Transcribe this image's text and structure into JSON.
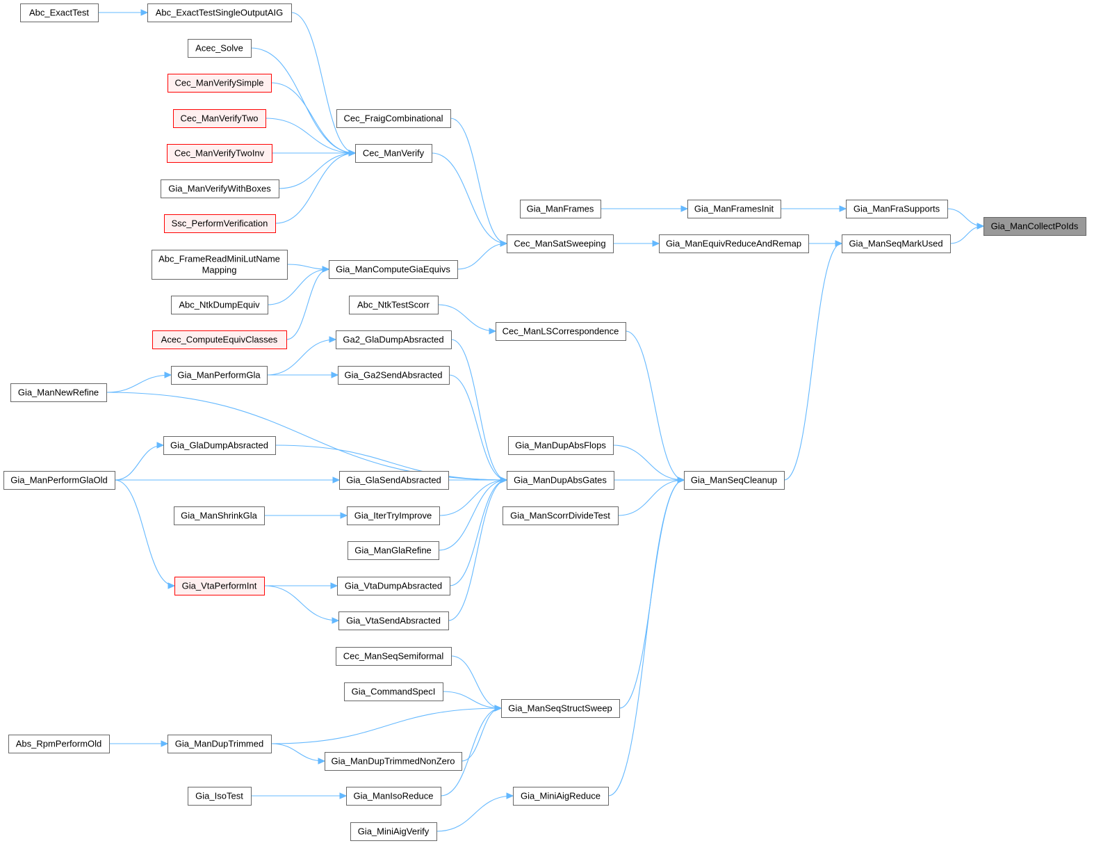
{
  "graph": {
    "colors": {
      "edge": "#63b8ff",
      "node_border": "#666666",
      "node_fill": "#ffffff",
      "partial_border": "#ff0000",
      "partial_fill": "#fff0f0",
      "root_fill": "#999999"
    },
    "nodes": [
      {
        "id": "Abc_ExactTest",
        "lines": [
          "Abc_ExactTest"
        ]
      },
      {
        "id": "Abc_ExactTestSingleOutputAIG",
        "lines": [
          "Abc_ExactTestSingleOutputAIG"
        ]
      },
      {
        "id": "Acec_Solve",
        "lines": [
          "Acec_Solve"
        ]
      },
      {
        "id": "Cec_ManVerifySimple",
        "lines": [
          "Cec_ManVerifySimple"
        ],
        "style": "partial"
      },
      {
        "id": "Cec_ManVerifyTwo",
        "lines": [
          "Cec_ManVerifyTwo"
        ],
        "style": "partial"
      },
      {
        "id": "Cec_ManVerifyTwoInv",
        "lines": [
          "Cec_ManVerifyTwoInv"
        ],
        "style": "partial"
      },
      {
        "id": "Gia_ManVerifyWithBoxes",
        "lines": [
          "Gia_ManVerifyWithBoxes"
        ]
      },
      {
        "id": "Ssc_PerformVerification",
        "lines": [
          "Ssc_PerformVerification"
        ],
        "style": "partial"
      },
      {
        "id": "Cec_FraigCombinational",
        "lines": [
          "Cec_FraigCombinational"
        ]
      },
      {
        "id": "Cec_ManVerify",
        "lines": [
          "Cec_ManVerify"
        ]
      },
      {
        "id": "Gia_ManFrames",
        "lines": [
          "Gia_ManFrames"
        ]
      },
      {
        "id": "Gia_ManFramesInit",
        "lines": [
          "Gia_ManFramesInit"
        ]
      },
      {
        "id": "Gia_ManFraSupports",
        "lines": [
          "Gia_ManFraSupports"
        ]
      },
      {
        "id": "Gia_ManCollectPoIds",
        "lines": [
          "Gia_ManCollectPoIds"
        ],
        "style": "root"
      },
      {
        "id": "Cec_ManSatSweeping",
        "lines": [
          "Cec_ManSatSweeping"
        ]
      },
      {
        "id": "Gia_ManEquivReduceAndRemap",
        "lines": [
          "Gia_ManEquivReduceAndRemap"
        ]
      },
      {
        "id": "Gia_ManSeqMarkUsed",
        "lines": [
          "Gia_ManSeqMarkUsed"
        ]
      },
      {
        "id": "Abc_FrameReadMiniLutNameMapping",
        "lines": [
          "Abc_FrameReadMiniLutName",
          "Mapping"
        ]
      },
      {
        "id": "Gia_ManComputeGiaEquivs",
        "lines": [
          "Gia_ManComputeGiaEquivs"
        ]
      },
      {
        "id": "Abc_NtkDumpEquiv",
        "lines": [
          "Abc_NtkDumpEquiv"
        ]
      },
      {
        "id": "Abc_NtkTestScorr",
        "lines": [
          "Abc_NtkTestScorr"
        ]
      },
      {
        "id": "Acec_ComputeEquivClasses",
        "lines": [
          "Acec_ComputeEquivClasses"
        ],
        "style": "partial"
      },
      {
        "id": "Cec_ManLSCorrespondence",
        "lines": [
          "Cec_ManLSCorrespondence"
        ]
      },
      {
        "id": "Ga2_GlaDumpAbsracted",
        "lines": [
          "Ga2_GlaDumpAbsracted"
        ]
      },
      {
        "id": "Gia_ManPerformGla",
        "lines": [
          "Gia_ManPerformGla"
        ]
      },
      {
        "id": "Gia_Ga2SendAbsracted",
        "lines": [
          "Gia_Ga2SendAbsracted"
        ]
      },
      {
        "id": "Gia_ManNewRefine",
        "lines": [
          "Gia_ManNewRefine"
        ]
      },
      {
        "id": "Gia_GlaDumpAbsracted",
        "lines": [
          "Gia_GlaDumpAbsracted"
        ]
      },
      {
        "id": "Gia_ManDupAbsFlops",
        "lines": [
          "Gia_ManDupAbsFlops"
        ]
      },
      {
        "id": "Gia_ManPerformGlaOld",
        "lines": [
          "Gia_ManPerformGlaOld"
        ]
      },
      {
        "id": "Gia_GlaSendAbsracted",
        "lines": [
          "Gia_GlaSendAbsracted"
        ]
      },
      {
        "id": "Gia_ManDupAbsGates",
        "lines": [
          "Gia_ManDupAbsGates"
        ]
      },
      {
        "id": "Gia_ManSeqCleanup",
        "lines": [
          "Gia_ManSeqCleanup"
        ]
      },
      {
        "id": "Gia_ManShrinkGla",
        "lines": [
          "Gia_ManShrinkGla"
        ]
      },
      {
        "id": "Gia_IterTryImprove",
        "lines": [
          "Gia_IterTryImprove"
        ]
      },
      {
        "id": "Gia_ManScorrDivideTest",
        "lines": [
          "Gia_ManScorrDivideTest"
        ]
      },
      {
        "id": "Gia_ManGlaRefine",
        "lines": [
          "Gia_ManGlaRefine"
        ]
      },
      {
        "id": "Gia_VtaPerformInt",
        "lines": [
          "Gia_VtaPerformInt"
        ],
        "style": "partial"
      },
      {
        "id": "Gia_VtaDumpAbsracted",
        "lines": [
          "Gia_VtaDumpAbsracted"
        ]
      },
      {
        "id": "Gia_VtaSendAbsracted",
        "lines": [
          "Gia_VtaSendAbsracted"
        ]
      },
      {
        "id": "Cec_ManSeqSemiformal",
        "lines": [
          "Cec_ManSeqSemiformal"
        ]
      },
      {
        "id": "Gia_CommandSpecI",
        "lines": [
          "Gia_CommandSpecI"
        ]
      },
      {
        "id": "Gia_ManSeqStructSweep",
        "lines": [
          "Gia_ManSeqStructSweep"
        ]
      },
      {
        "id": "Abs_RpmPerformOld",
        "lines": [
          "Abs_RpmPerformOld"
        ]
      },
      {
        "id": "Gia_ManDupTrimmed",
        "lines": [
          "Gia_ManDupTrimmed"
        ]
      },
      {
        "id": "Gia_ManDupTrimmedNonZero",
        "lines": [
          "Gia_ManDupTrimmedNonZero"
        ]
      },
      {
        "id": "Gia_IsoTest",
        "lines": [
          "Gia_IsoTest"
        ]
      },
      {
        "id": "Gia_ManIsoReduce",
        "lines": [
          "Gia_ManIsoReduce"
        ]
      },
      {
        "id": "Gia_MiniAigReduce",
        "lines": [
          "Gia_MiniAigReduce"
        ]
      },
      {
        "id": "Gia_MiniAigVerify",
        "lines": [
          "Gia_MiniAigVerify"
        ]
      }
    ],
    "edges": [
      [
        "Abc_ExactTest",
        "Abc_ExactTestSingleOutputAIG"
      ],
      [
        "Abc_ExactTestSingleOutputAIG",
        "Cec_ManVerify"
      ],
      [
        "Acec_Solve",
        "Cec_ManVerify"
      ],
      [
        "Cec_ManVerifySimple",
        "Cec_ManVerify"
      ],
      [
        "Cec_ManVerifyTwo",
        "Cec_ManVerify"
      ],
      [
        "Cec_ManVerifyTwoInv",
        "Cec_ManVerify"
      ],
      [
        "Gia_ManVerifyWithBoxes",
        "Cec_ManVerify"
      ],
      [
        "Ssc_PerformVerification",
        "Cec_ManVerify"
      ],
      [
        "Cec_ManVerify",
        "Cec_ManSatSweeping"
      ],
      [
        "Cec_FraigCombinational",
        "Cec_ManSatSweeping"
      ],
      [
        "Gia_ManComputeGiaEquivs",
        "Cec_ManSatSweeping"
      ],
      [
        "Abc_FrameReadMiniLutNameMapping",
        "Gia_ManComputeGiaEquivs"
      ],
      [
        "Abc_NtkDumpEquiv",
        "Gia_ManComputeGiaEquivs"
      ],
      [
        "Acec_ComputeEquivClasses",
        "Gia_ManComputeGiaEquivs"
      ],
      [
        "Cec_ManSatSweeping",
        "Gia_ManEquivReduceAndRemap"
      ],
      [
        "Gia_ManEquivReduceAndRemap",
        "Gia_ManSeqMarkUsed"
      ],
      [
        "Gia_ManFrames",
        "Gia_ManFramesInit"
      ],
      [
        "Gia_ManFramesInit",
        "Gia_ManFraSupports"
      ],
      [
        "Gia_ManFraSupports",
        "Gia_ManCollectPoIds"
      ],
      [
        "Gia_ManSeqMarkUsed",
        "Gia_ManCollectPoIds"
      ],
      [
        "Abc_NtkTestScorr",
        "Cec_ManLSCorrespondence"
      ],
      [
        "Cec_ManLSCorrespondence",
        "Gia_ManSeqCleanup"
      ],
      [
        "Gia_ManSeqCleanup",
        "Gia_ManSeqMarkUsed"
      ],
      [
        "Gia_ManPerformGla",
        "Ga2_GlaDumpAbsracted"
      ],
      [
        "Gia_ManPerformGla",
        "Gia_Ga2SendAbsracted"
      ],
      [
        "Gia_ManNewRefine",
        "Gia_ManPerformGla"
      ],
      [
        "Ga2_GlaDumpAbsracted",
        "Gia_ManDupAbsGates"
      ],
      [
        "Gia_Ga2SendAbsracted",
        "Gia_ManDupAbsGates"
      ],
      [
        "Gia_ManNewRefine",
        "Gia_ManDupAbsGates"
      ],
      [
        "Gia_GlaDumpAbsracted",
        "Gia_ManDupAbsGates"
      ],
      [
        "Gia_ManPerformGlaOld",
        "Gia_GlaDumpAbsracted"
      ],
      [
        "Gia_ManPerformGlaOld",
        "Gia_GlaSendAbsracted"
      ],
      [
        "Gia_ManPerformGlaOld",
        "Gia_VtaPerformInt"
      ],
      [
        "Gia_GlaSendAbsracted",
        "Gia_ManDupAbsGates"
      ],
      [
        "Gia_ManShrinkGla",
        "Gia_IterTryImprove"
      ],
      [
        "Gia_IterTryImprove",
        "Gia_ManDupAbsGates"
      ],
      [
        "Gia_ManGlaRefine",
        "Gia_ManDupAbsGates"
      ],
      [
        "Gia_VtaPerformInt",
        "Gia_VtaDumpAbsracted"
      ],
      [
        "Gia_VtaPerformInt",
        "Gia_VtaSendAbsracted"
      ],
      [
        "Gia_VtaDumpAbsracted",
        "Gia_ManDupAbsGates"
      ],
      [
        "Gia_VtaSendAbsracted",
        "Gia_ManDupAbsGates"
      ],
      [
        "Gia_ManDupAbsFlops",
        "Gia_ManSeqCleanup"
      ],
      [
        "Gia_ManDupAbsGates",
        "Gia_ManSeqCleanup"
      ],
      [
        "Gia_ManScorrDivideTest",
        "Gia_ManSeqCleanup"
      ],
      [
        "Cec_ManSeqSemiformal",
        "Gia_ManSeqStructSweep"
      ],
      [
        "Gia_CommandSpecI",
        "Gia_ManSeqStructSweep"
      ],
      [
        "Gia_ManDupTrimmed",
        "Gia_ManSeqStructSweep"
      ],
      [
        "Gia_ManDupTrimmedNonZero",
        "Gia_ManSeqStructSweep"
      ],
      [
        "Gia_ManIsoReduce",
        "Gia_ManSeqStructSweep"
      ],
      [
        "Abs_RpmPerformOld",
        "Gia_ManDupTrimmed"
      ],
      [
        "Gia_ManDupTrimmed",
        "Gia_ManDupTrimmedNonZero"
      ],
      [
        "Gia_IsoTest",
        "Gia_ManIsoReduce"
      ],
      [
        "Gia_ManSeqStructSweep",
        "Gia_ManSeqCleanup"
      ],
      [
        "Gia_MiniAigVerify",
        "Gia_MiniAigReduce"
      ],
      [
        "Gia_MiniAigReduce",
        "Gia_ManSeqCleanup"
      ]
    ]
  }
}
